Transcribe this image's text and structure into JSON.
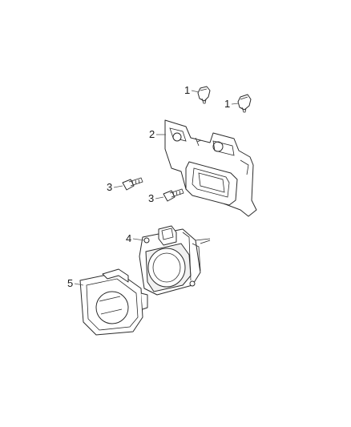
{
  "callouts": [
    {
      "id": "clip-a",
      "label": "1"
    },
    {
      "id": "clip-b",
      "label": "1"
    },
    {
      "id": "bracket",
      "label": "2"
    },
    {
      "id": "bolt-a",
      "label": "3"
    },
    {
      "id": "bolt-b",
      "label": "3"
    },
    {
      "id": "sensor",
      "label": "4"
    },
    {
      "id": "bezel",
      "label": "5"
    }
  ]
}
